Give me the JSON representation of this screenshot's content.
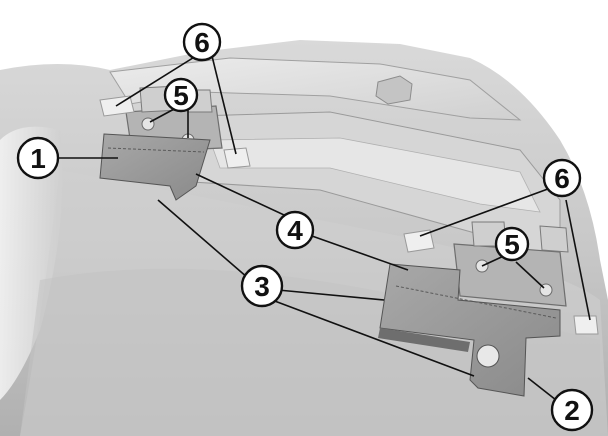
{
  "callouts": {
    "c1": "1",
    "c2": "2",
    "c3": "3",
    "c4": "4",
    "c5a": "5",
    "c5b": "5",
    "c6a": "6",
    "c6b": "6"
  },
  "colors": {
    "background": "#ffffff",
    "case_light": "#dcdcdc",
    "case_mid": "#bdbdbd",
    "case_dark": "#8f8f8f",
    "plate": "#9a9a9a",
    "ink": "#111111"
  }
}
